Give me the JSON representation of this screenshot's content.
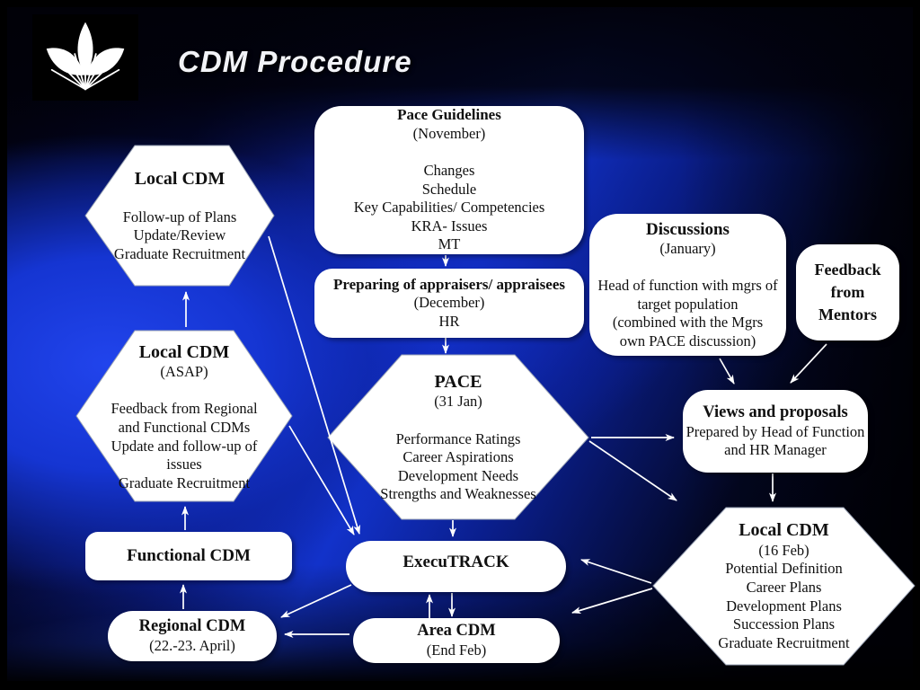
{
  "slide": {
    "title": "CDM Procedure",
    "logo_icon": "lotus-flower-icon",
    "colors": {
      "background_blue": "#1535d2",
      "background_dark": "#02040f",
      "shape_fill": "#ffffff",
      "text": "#101010",
      "arrow": "#ffffff"
    }
  },
  "nodes": {
    "local_cdm_followup": {
      "shape": "hexagon",
      "title": "Local CDM",
      "body": [
        "",
        "Follow-up of Plans",
        "Update/Review",
        "Graduate Recruitment"
      ]
    },
    "pace_guidelines": {
      "shape": "rounded-rect",
      "title": "Pace Guidelines",
      "body": [
        "(November)",
        "",
        "Changes",
        "Schedule",
        "Key Capabilities/ Competencies",
        "KRA- Issues",
        "MT"
      ]
    },
    "preparing_appraisers": {
      "shape": "rounded-rect",
      "title": "Preparing of appraisers/ appraisees",
      "body": [
        "(December)",
        "HR"
      ]
    },
    "discussions": {
      "shape": "rounded-rect",
      "title": "Discussions",
      "body": [
        "(January)",
        "",
        "Head of function with mgrs of",
        "target population",
        "(combined with the Mgrs",
        "own PACE discussion)"
      ]
    },
    "feedback_mentors": {
      "shape": "rounded-rect",
      "title": [
        "Feedback",
        "from",
        "Mentors"
      ],
      "body": []
    },
    "local_cdm_asap": {
      "shape": "hexagon",
      "title": "Local CDM",
      "body": [
        "(ASAP)",
        "",
        "Feedback from Regional",
        "and Functional CDMs",
        "Update and follow-up of",
        "issues",
        "Graduate Recruitment"
      ]
    },
    "pace": {
      "shape": "hexagon",
      "title": "PACE",
      "body": [
        "(31 Jan)",
        "",
        "Performance Ratings",
        "Career Aspirations",
        "Development Needs",
        "Strengths and Weaknesses"
      ]
    },
    "views_proposals": {
      "shape": "rounded-rect",
      "title": "Views and proposals",
      "body": [
        "Prepared by Head of Function",
        "and HR Manager"
      ]
    },
    "local_cdm_16feb": {
      "shape": "hexagon",
      "title": "Local CDM",
      "body": [
        "(16 Feb)",
        "Potential Definition",
        "Career Plans",
        "Development Plans",
        "Succession Plans",
        "Graduate Recruitment"
      ]
    },
    "functional_cdm": {
      "shape": "rounded-rect",
      "title": "Functional CDM",
      "body": []
    },
    "executrack": {
      "shape": "stadium",
      "title": "ExecuTRACK",
      "body": []
    },
    "regional_cdm": {
      "shape": "stadium",
      "title": "Regional CDM",
      "body": [
        "(22.-23. April)"
      ]
    },
    "area_cdm": {
      "shape": "stadium",
      "title": "Area CDM",
      "body": [
        "(End Feb)"
      ]
    }
  }
}
